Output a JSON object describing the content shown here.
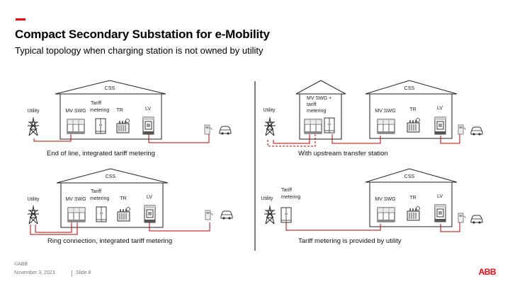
{
  "header": {
    "title": "Compact Secondary Substation for e-Mobility",
    "subtitle": "Typical topology when charging station is not owned by utility"
  },
  "colors": {
    "accent": "#ff000f",
    "line": "#c00000"
  },
  "labels": {
    "css": "CSS",
    "utility": "Utility",
    "mv_swg": "MV SWG",
    "tariff_1": "Tariff",
    "tariff_2": "metering",
    "tr": "TR",
    "lv": "LV",
    "mv_swg_plus_1": "MV SWG +",
    "mv_swg_plus_2": "tariff",
    "mv_swg_plus_3": "metering"
  },
  "panels": [
    {
      "caption": "End of line, integrated tariff metering"
    },
    {
      "caption": "Ring connection, integrated tariff metering"
    },
    {
      "caption": "With upstream transfer station"
    },
    {
      "caption": "Tariff metering is provided by utility"
    }
  ],
  "footer": {
    "copyright": "©ABB",
    "date": "November 3, 2023",
    "slide": "Slide 8",
    "logo": "ABB"
  }
}
